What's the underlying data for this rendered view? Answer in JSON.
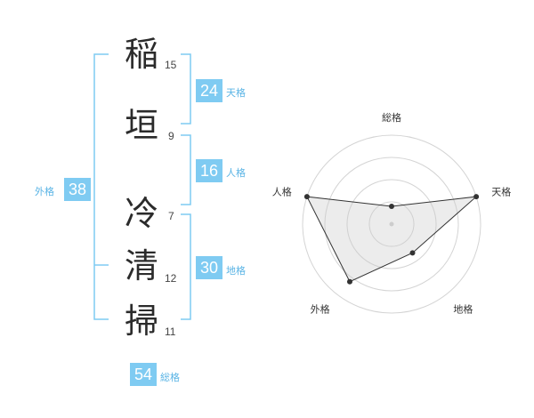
{
  "name_chars": [
    {
      "char": "稲",
      "strokes": "15"
    },
    {
      "char": "垣",
      "strokes": "9"
    },
    {
      "char": "冷",
      "strokes": "7"
    },
    {
      "char": "清",
      "strokes": "12"
    },
    {
      "char": "掃",
      "strokes": "11"
    }
  ],
  "scores": {
    "tenkaku": {
      "value": "24",
      "label": "天格"
    },
    "jinkaku": {
      "value": "16",
      "label": "人格"
    },
    "chikaku": {
      "value": "30",
      "label": "地格"
    },
    "gaikaku": {
      "value": "38",
      "label": "外格"
    },
    "soukaku": {
      "value": "54",
      "label": "総格"
    }
  },
  "colors": {
    "accent": "#7fcbf2",
    "accent_text": "#5ab4e5",
    "bracket": "#7fcbf2"
  },
  "chart_data": {
    "type": "radar",
    "axes": [
      "総格",
      "天格",
      "地格",
      "外格",
      "人格"
    ],
    "values": [
      1,
      5,
      2,
      4,
      5
    ],
    "rmax": 5,
    "rings": 4
  }
}
